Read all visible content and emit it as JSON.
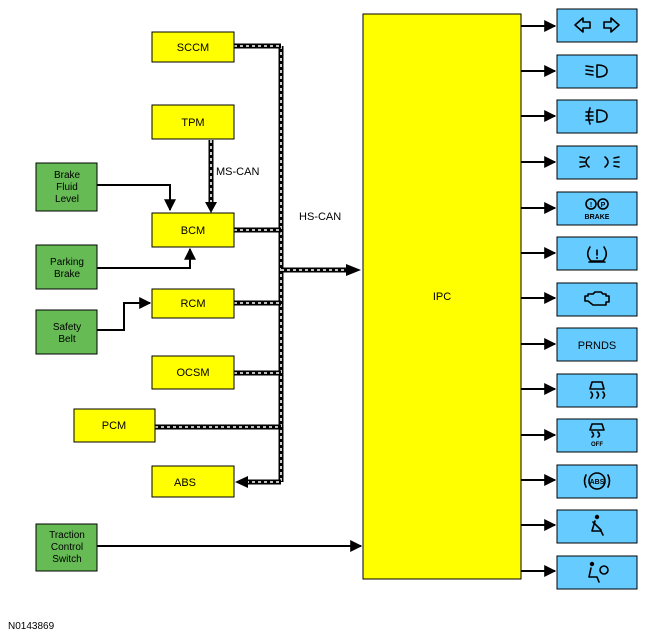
{
  "diagram": {
    "central_module": "IPC",
    "bus_labels": {
      "hs_can": "HS-CAN",
      "ms_can": "MS-CAN"
    },
    "yellow_modules": [
      "SCCM",
      "TPM",
      "BCM",
      "RCM",
      "OCSM",
      "PCM",
      "ABS"
    ],
    "green_inputs": [
      {
        "lines": [
          "Brake",
          "Fluid",
          "Level"
        ]
      },
      {
        "lines": [
          "Parking",
          "Brake"
        ]
      },
      {
        "lines": [
          "Safety",
          "Belt"
        ]
      },
      {
        "lines": [
          "Traction",
          "Control",
          "Switch"
        ]
      }
    ],
    "indicators": [
      {
        "icon": "turn-signal-arrows-icon",
        "text": ""
      },
      {
        "icon": "low-beam-headlamp-icon",
        "text": ""
      },
      {
        "icon": "fog-lamp-icon",
        "text": ""
      },
      {
        "icon": "parking-lamps-icon",
        "text": ""
      },
      {
        "icon": "brake-warning-icon",
        "text": "BRAKE"
      },
      {
        "icon": "tire-pressure-icon",
        "text": ""
      },
      {
        "icon": "check-engine-icon",
        "text": ""
      },
      {
        "icon": "prnds-indicator",
        "text": "PRNDS"
      },
      {
        "icon": "traction-control-icon",
        "text": ""
      },
      {
        "icon": "traction-control-off-icon",
        "text": "OFF"
      },
      {
        "icon": "abs-warning-icon",
        "text": "ABS"
      },
      {
        "icon": "seatbelt-reminder-icon",
        "text": ""
      },
      {
        "icon": "airbag-warning-icon",
        "text": ""
      }
    ],
    "figure_id": "N0143869"
  },
  "colors": {
    "module_fill": "#ffff00",
    "input_fill": "#66bb55",
    "indicator_fill": "#66ccff",
    "line": "#000000"
  }
}
